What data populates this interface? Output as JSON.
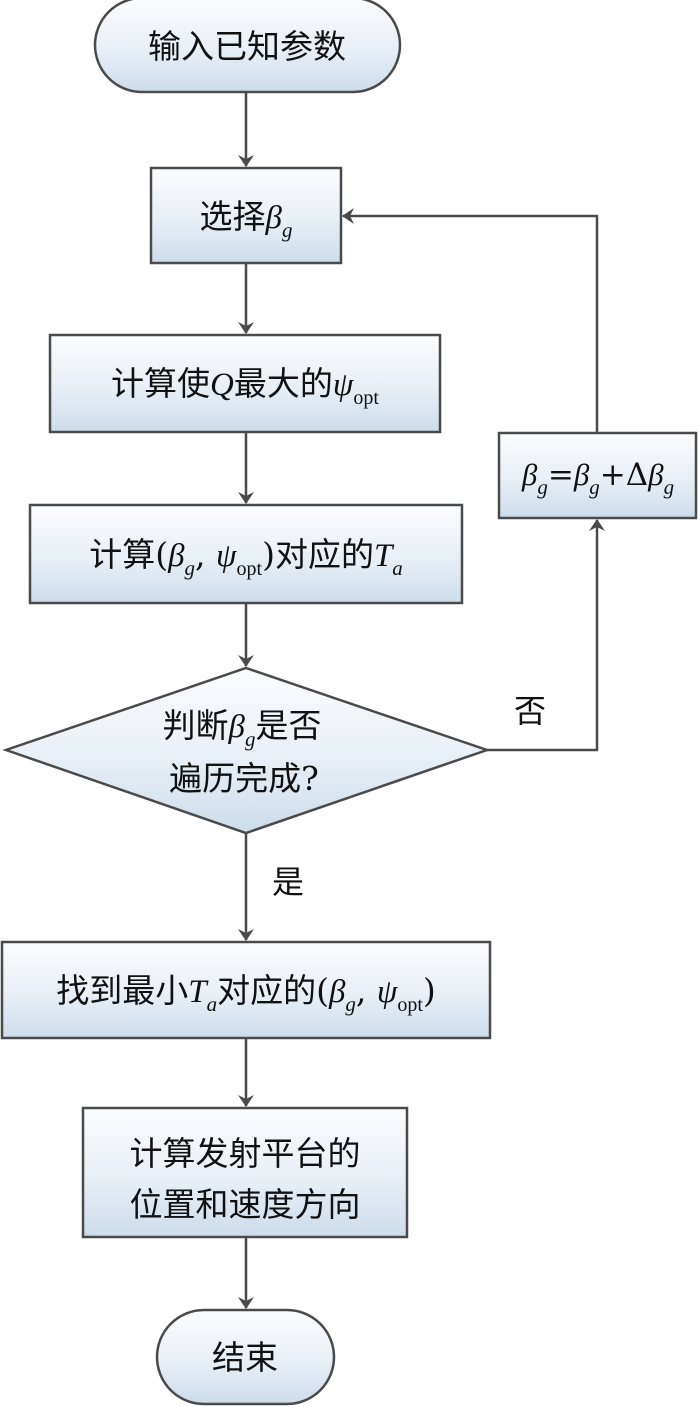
{
  "diagram": {
    "type": "flowchart",
    "colors": {
      "stroke": "#4a4a4a",
      "fill_top": "#fbfcfe",
      "fill_bottom": "#cfdeeb",
      "text": "#111111"
    },
    "nodes": {
      "start": {
        "shape": "terminator",
        "text": "输入已知参数"
      },
      "select": {
        "shape": "process",
        "prefix": "选择",
        "var": "β",
        "sub": "g"
      },
      "compute_psi": {
        "shape": "process",
        "prefix": "计算使",
        "q": "Q",
        "mid": "最大的",
        "psi": "ψ",
        "psi_sub": "opt"
      },
      "compute_ta": {
        "shape": "process",
        "prefix": "计算(",
        "beta": "β",
        "beta_sub": "g",
        "comma": ", ",
        "psi": "ψ",
        "psi_sub": "opt",
        "close": ")",
        "suffix": "对应的",
        "t": "T",
        "t_sub": "a"
      },
      "decision": {
        "shape": "decision",
        "line1_prefix": "判断",
        "beta": "β",
        "beta_sub": "g",
        "line1_suffix": "是否",
        "line2": "遍历完成?"
      },
      "update": {
        "shape": "process",
        "lhs": "β",
        "lhs_sub": "g",
        "eq": "=",
        "rhs1": "β",
        "rhs1_sub": "g",
        "plus": "+Δ",
        "rhs2": "β",
        "rhs2_sub": "g"
      },
      "find_min": {
        "shape": "process",
        "prefix": "找到最小",
        "t": "T",
        "t_sub": "a",
        "mid": "对应的(",
        "beta": "β",
        "beta_sub": "g",
        "comma": ", ",
        "psi": "ψ",
        "psi_sub": "opt",
        "close": ")"
      },
      "compute_platform": {
        "shape": "process",
        "line1": "计算发射平台的",
        "line2": "位置和速度方向"
      },
      "end": {
        "shape": "terminator",
        "text": "结束"
      }
    },
    "edges": [
      {
        "from": "start",
        "to": "select"
      },
      {
        "from": "select",
        "to": "compute_psi"
      },
      {
        "from": "compute_psi",
        "to": "compute_ta"
      },
      {
        "from": "compute_ta",
        "to": "decision"
      },
      {
        "from": "decision",
        "to": "find_min",
        "label": "是"
      },
      {
        "from": "decision",
        "to": "update",
        "label": "否"
      },
      {
        "from": "update",
        "to": "select"
      },
      {
        "from": "find_min",
        "to": "compute_platform"
      },
      {
        "from": "compute_platform",
        "to": "end"
      }
    ],
    "edge_labels": {
      "yes": "是",
      "no": "否"
    }
  }
}
